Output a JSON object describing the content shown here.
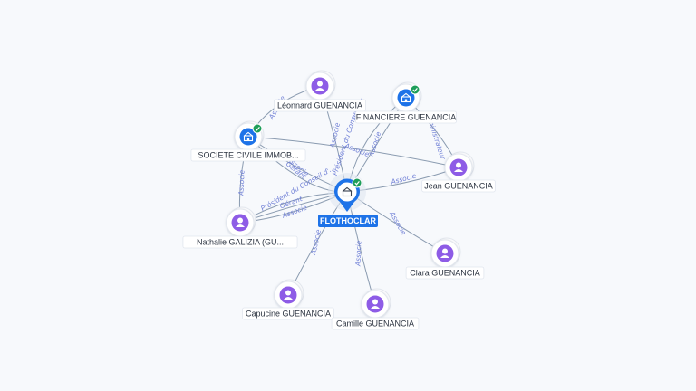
{
  "center": {
    "name": "FLOTHOCLAR",
    "type": "company",
    "verified": true,
    "icon": "building-icon"
  },
  "nodes": [
    {
      "id": "leonnard",
      "name": "Léonnard GUENANCIA",
      "type": "person",
      "icon": "person-icon"
    },
    {
      "id": "financiere",
      "name": "FINANCIERE GUENANCIA",
      "type": "company",
      "icon": "building-icon",
      "verified": true
    },
    {
      "id": "sci",
      "name": "SOCIETE CIVILE IMMOB...",
      "type": "company",
      "icon": "building-icon",
      "verified": true
    },
    {
      "id": "jean",
      "name": "Jean GUENANCIA",
      "type": "person",
      "icon": "person-icon"
    },
    {
      "id": "nathalie",
      "name": "Nathalie GALIZIA (GU...",
      "type": "person",
      "icon": "person-icon"
    },
    {
      "id": "clara",
      "name": "Clara GUENANCIA",
      "type": "person",
      "icon": "person-icon"
    },
    {
      "id": "capucine",
      "name": "Capucine GUENANCIA",
      "type": "person",
      "icon": "person-icon"
    },
    {
      "id": "camille",
      "name": "Camille GUENANCIA",
      "type": "person",
      "icon": "person-icon"
    }
  ],
  "edges": [
    {
      "from": "leonnard",
      "to": "center",
      "label": "Associe"
    },
    {
      "from": "leonnard",
      "to": "sci",
      "label": "Associe"
    },
    {
      "from": "financiere",
      "to": "center",
      "label": "Associe"
    },
    {
      "from": "financiere",
      "to": "center",
      "label": "Président du Conseil d'..."
    },
    {
      "from": "jean",
      "to": "financiere",
      "label": "Administrateur"
    },
    {
      "from": "jean",
      "to": "center",
      "label": "Associe"
    },
    {
      "from": "jean",
      "to": "sci",
      "label": "Associe"
    },
    {
      "from": "sci",
      "to": "center",
      "label": "Associe"
    },
    {
      "from": "sci",
      "to": "center",
      "label": "Gérant"
    },
    {
      "from": "nathalie",
      "to": "sci",
      "label": "Associe"
    },
    {
      "from": "nathalie",
      "to": "center",
      "label": "Associe"
    },
    {
      "from": "nathalie",
      "to": "center",
      "label": "Gérant"
    },
    {
      "from": "nathalie",
      "to": "center",
      "label": "Président du Conseil d'..."
    },
    {
      "from": "clara",
      "to": "center",
      "label": "Associe"
    },
    {
      "from": "capucine",
      "to": "center",
      "label": "Associe"
    },
    {
      "from": "camille",
      "to": "center",
      "label": "Associe"
    }
  ],
  "colors": {
    "person": "#8e5ce6",
    "company": "#1e73e8",
    "verified": "#1e9e5a",
    "edge": "#8a9bb0",
    "edge_label": "#6f7fd6"
  }
}
